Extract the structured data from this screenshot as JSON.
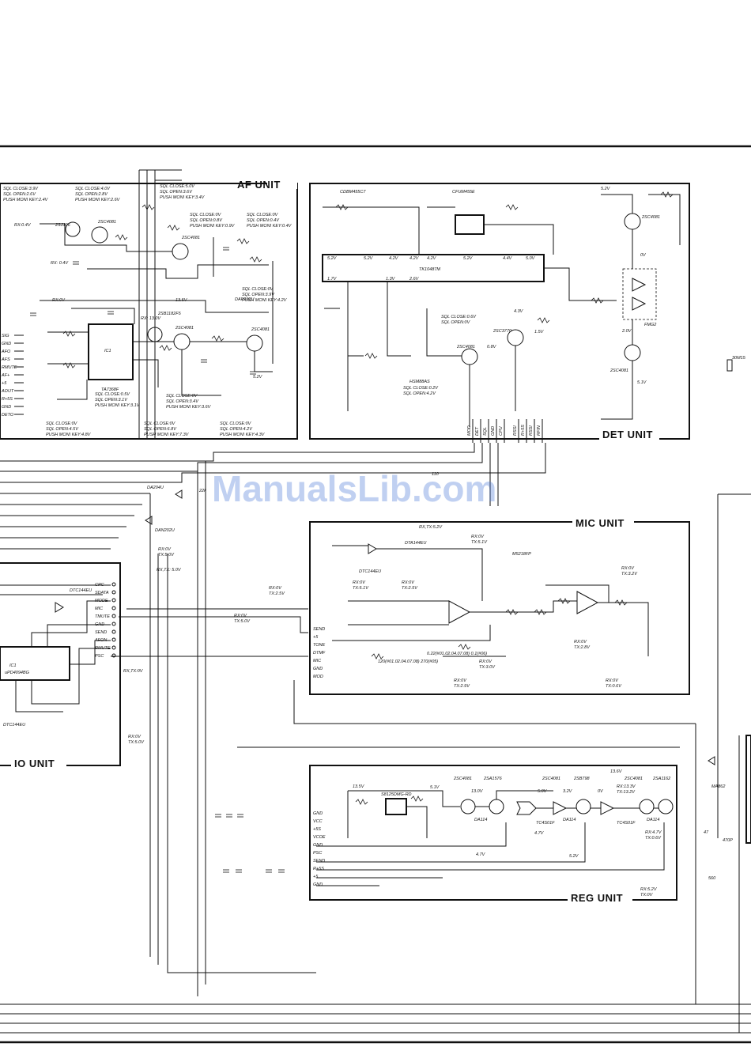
{
  "watermark": "ManualsLib.com",
  "units": {
    "af": {
      "label": "AF UNIT"
    },
    "det": {
      "label": "DET UNIT"
    },
    "mic": {
      "label": "MIC UNIT"
    },
    "reg": {
      "label": "REG UNIT"
    },
    "io": {
      "label": "IO UNIT"
    }
  },
  "af_unit": {
    "ic1_part": "TA7368F",
    "ic1_ref": "IC1",
    "q1": "2SJ106",
    "q2": "2SC4081",
    "q3": "2SC4081",
    "q4": "2SB1182F5",
    "q5": "2SC4081",
    "q6": "2SC4081",
    "d1": "DAP202U",
    "conditions": [
      "SQL CLOSE:3.9V",
      "SQL OPEN:2.6V",
      "PUSH MONI KEY:2.4V",
      "SQL CLOSE:4.0V",
      "SQL OPEN:2.8V",
      "PUSH MONI KEY:2.6V",
      "SQL CLOSE:5.0V",
      "SQL OPEN:3.6V",
      "PUSH MONI KEY:3.4V",
      "SQL CLOSE:0V",
      "SQL OPEN:0.8V",
      "PUSH MONI KEY:0.9V",
      "SQL CLOSE:0V",
      "SQL OPEN:0.4V",
      "PUSH MONI KEY:0.4V",
      "SQL CLOSE:0V",
      "SQL OPEN:3.9V",
      "PUSH MONI KEY:4.2V",
      "SQL CLOSE:0.5V",
      "SQL OPEN:3.1V",
      "PUSH MONI KEY:3.1V",
      "SQL CLOSE:0V",
      "SQL OPEN:3.4V",
      "PUSH MONI KEY:3.6V",
      "SQL CLOSE:0V",
      "SQL OPEN:4.5V",
      "PUSH MONI KEY:4.8V",
      "SQL CLOSE:0V",
      "SQL OPEN:6.8V",
      "PUSH MONI KEY:7.3V",
      "SQL CLOSE:0V",
      "SQL OPEN:4.2V",
      "PUSH MONI KEY:4.3V"
    ],
    "misc": [
      "RX:0.4V",
      "RX: 0.4V",
      "RX:0V",
      "RX: 13.0V",
      "13.5V",
      "5.2V"
    ],
    "pins": [
      "SIG",
      "GND",
      "AFO",
      "AFS",
      "RMUTE",
      "AF+",
      "+5",
      "AOUT",
      "R+5S",
      "GND",
      "DETO"
    ]
  },
  "det_unit": {
    "x1": "CDBM455C7",
    "fi1": "CFUM455E",
    "ic1": "TK10487M",
    "q1": "2SC4081",
    "q2": "2SC3770",
    "q3": "2SC4081",
    "q5": "FMG2",
    "q6": "2SC4081",
    "d1": "HSM88AS",
    "voltages": [
      "5.2V",
      "5.2V",
      "4.2V",
      "4.2V",
      "4.2V",
      "5.2V",
      "4.4V",
      "5.0V",
      "1.7V",
      "1.3V",
      "2.6V",
      "4.3V",
      "0.8V",
      "1.5V",
      "2.0V",
      "5.1V",
      "5.2V",
      "0V"
    ],
    "conditions": [
      "SQL CLOSE:0.6V",
      "SQL OPEN:0V",
      "SQL CLOSE:0.2V",
      "SQL OPEN:4.2V"
    ],
    "pins": [
      "MOD",
      "DET",
      "SQL",
      "GND",
      "CPU",
      "RSSI",
      "R+5S",
      "RSSI",
      "RFIN"
    ]
  },
  "mic_unit": {
    "ic1": "M5218FP",
    "q1": "DTC144EU",
    "d2": "DTA144EU",
    "conditions": [
      "RX,TX:5.2V",
      "RX:0V",
      "TX:5.1V",
      "RX:0V",
      "TX:5.1V",
      "RX:0V",
      "TX:2.5V",
      "RX:0V",
      "TX:3.2V",
      "RX:0V",
      "TX:2.8V",
      "RX:0V",
      "TX:3.0V",
      "RX:0V",
      "TX:2.9V",
      "RX:0V",
      "TX:0.6V"
    ],
    "c6_note": "0.22(#01.02.04.07.08) 0.1(#06)",
    "r4_note": "120(#01.02.04.07.08) 270(#05)",
    "pins": [
      "SEND",
      "+5",
      "TONE",
      "DTMF",
      "MIC",
      "GND",
      "MOD"
    ]
  },
  "reg_unit": {
    "ic1": "S8125DMG-RD",
    "ic2": "TC4S01F",
    "ic3": "TC4S01F",
    "transistors": [
      "2SC4081",
      "2SA1576",
      "2SC4081",
      "2SB798",
      "2SC4081",
      "2SA1162"
    ],
    "diodes": [
      "DA114",
      "DA114",
      "DA114"
    ],
    "voltages": [
      "13.5V",
      "5.1V",
      "13.0V",
      "5.0V",
      "3.2V",
      "13.6V",
      "0V",
      "4.7V",
      "4.7V",
      "5.2V"
    ],
    "conditions": [
      "RX:13.3V",
      "TX:13.2V",
      "RX:4.7V",
      "TX:0.6V",
      "RX:5.2V",
      "TX:0V"
    ],
    "pins": [
      "GND",
      "VCC",
      "+5S",
      "VCOE",
      "GND",
      "PSC",
      "SEND",
      "R+5S",
      "+5",
      "GND"
    ]
  },
  "io_unit": {
    "ic1": "uPD4094BG",
    "q1": "DTC144EU",
    "q2": "DTC144EU",
    "pins": [
      "CPC",
      "SDATA",
      "MODE",
      "MIC",
      "TMUTE",
      "GND",
      "SEND",
      "AFON",
      "RMUTE",
      "PSC"
    ],
    "conditions": [
      "RX:0V",
      "TX:5.0V",
      "RX,TX: 5.0V",
      "RX:0V",
      "TX:2.5V",
      "RX:0V",
      "TX:5.0V",
      "RX,TX:0V",
      "RX:0V",
      "TX:5.0V"
    ]
  },
  "misc": {
    "d2": "DA204U",
    "d8": "DAN202U",
    "r15": "22k",
    "d14": "MA862",
    "c110": "110",
    "fi1_right": "30M15",
    "r28": "560",
    "r35": "47",
    "c59": "470P"
  }
}
